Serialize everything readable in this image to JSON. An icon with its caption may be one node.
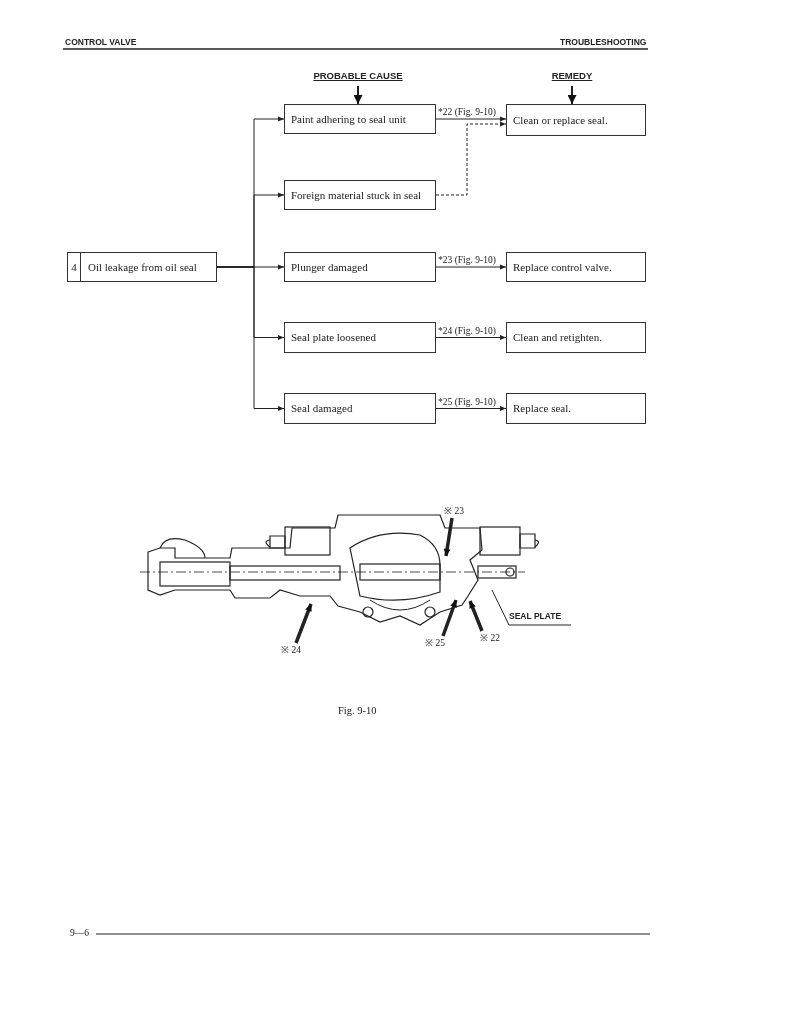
{
  "diagram": {
    "caption": "Fig. 9-10",
    "nodes": [
      {
        "text": [
          "PROBABLE CAUSE"
        ]
      },
      {
        "text": [
          "REMEDY"
        ]
      },
      {
        "text": [
          "4",
          "Oil leakage from oil seal"
        ]
      },
      {
        "text": [
          "Paint adhering to seal unit"
        ]
      },
      {
        "text": [
          "Clean or replace seal."
        ]
      },
      {
        "text": [
          "Foreign material stuck in seal"
        ]
      },
      {
        "text": [
          "Plunger damaged"
        ]
      },
      {
        "text": [
          "Replace control valve."
        ]
      },
      {
        "text": [
          "Seal plate loosened"
        ]
      },
      {
        "text": [
          "Clean and retighten."
        ]
      },
      {
        "text": [
          "Seal damaged"
        ]
      },
      {
        "text": [
          "Replace seal."
        ]
      },
      {
        "text": [
          "SEAL PLATE"
        ]
      },
      {
        "text": [
          "※ 23"
        ]
      },
      {
        "text": [
          "※ 24"
        ]
      },
      {
        "text": [
          "※ 25"
        ]
      },
      {
        "text": [
          "※ 22"
        ]
      }
    ],
    "edges": [
      {
        "from": 0,
        "to": 3,
        "arrow": "to"
      },
      {
        "from": 1,
        "to": 4,
        "arrow": "to"
      },
      {
        "from": 2,
        "to": 3,
        "arrow": "to"
      },
      {
        "from": 2,
        "to": 5,
        "arrow": "to"
      },
      {
        "from": 2,
        "to": 6,
        "arrow": "to"
      },
      {
        "from": 2,
        "to": 8,
        "arrow": "to"
      },
      {
        "from": 2,
        "to": 10,
        "arrow": "to"
      },
      {
        "from": 3,
        "to": 4,
        "arrow": "to",
        "label": "*22 (Fig. 9-10)"
      },
      {
        "from": 5,
        "to": 4,
        "arrow": "to",
        "style": "dashed"
      },
      {
        "from": 6,
        "to": 7,
        "arrow": "to",
        "label": "*23 (Fig. 9-10)"
      },
      {
        "from": 8,
        "to": 9,
        "arrow": "to",
        "label": "*24 (Fig. 9-10)"
      },
      {
        "from": 10,
        "to": 11,
        "arrow": "to",
        "label": "*25 (Fig. 9-10)"
      },
      {
        "from": 12,
        "to": null,
        "arrow": "none"
      },
      {
        "from": 13,
        "to": null,
        "arrow": "to",
        "style": "thick"
      },
      {
        "from": 14,
        "to": null,
        "arrow": "to",
        "style": "thick"
      },
      {
        "from": 15,
        "to": null,
        "arrow": "to",
        "style": "thick"
      },
      {
        "from": 16,
        "to": null,
        "arrow": "to",
        "style": "thick"
      }
    ],
    "labels": [
      "CONTROL VALVE",
      "TROUBLESHOOTING",
      "9—6"
    ]
  }
}
